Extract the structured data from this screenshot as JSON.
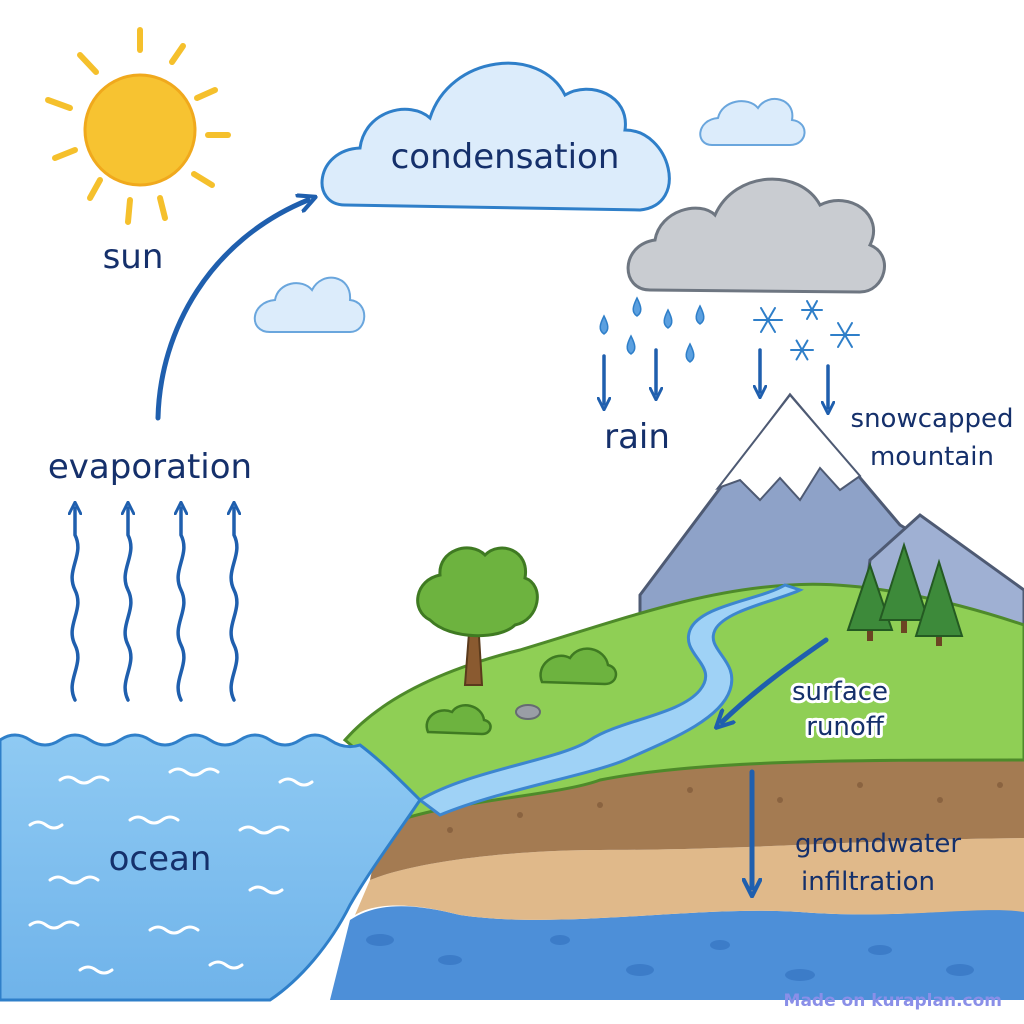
{
  "labels": {
    "sun": "sun",
    "condensation": "condensation",
    "evaporation": "evaporation",
    "rain": "rain",
    "snowcapped_line1": "snowcapped",
    "snowcapped_line2": "mountain",
    "surface_line1": "surface",
    "surface_line2": "runoff",
    "ocean": "ocean",
    "groundwater_line1": "groundwater",
    "groundwater_line2": "infiltration"
  },
  "watermark": "Made on kuraplan.com",
  "colors": {
    "label_text": "#15306b",
    "arrow": "#1f5fae",
    "sun": "#f7c331",
    "sky_cloud": "#dcecfb",
    "rain_cloud": "#c9ccd1",
    "ocean": "#7ec0ef",
    "grass": "#8fcf55",
    "soil": "#a47b52",
    "sand": "#e0b98a",
    "groundwater": "#4d8fd8",
    "mountain": "#8ea2c8",
    "snow": "#ffffff"
  }
}
